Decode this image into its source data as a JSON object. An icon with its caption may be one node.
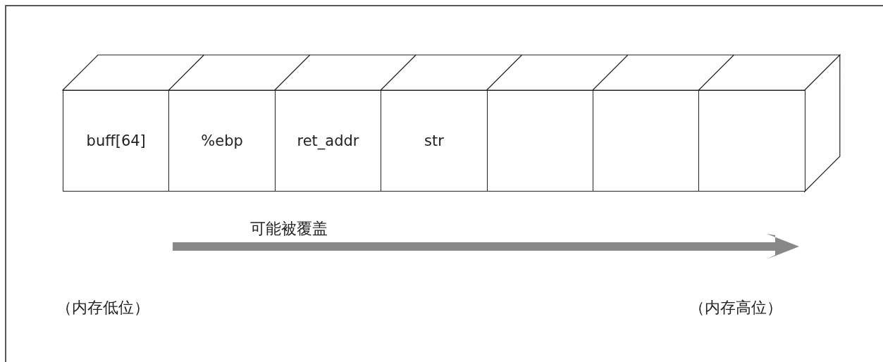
{
  "diagram": {
    "nodes": [
      {
        "text": [
          "buff[64]"
        ]
      },
      {
        "text": [
          "%ebp"
        ]
      },
      {
        "text": [
          "ret_addr"
        ]
      },
      {
        "text": [
          "str"
        ]
      },
      {
        "text": [],
        "shape": "box"
      },
      {
        "text": [],
        "shape": "box"
      },
      {
        "text": [],
        "shape": "box"
      }
    ],
    "labels": [
      "可能被覆盖",
      "（内存低位）",
      "（内存高位）"
    ]
  }
}
